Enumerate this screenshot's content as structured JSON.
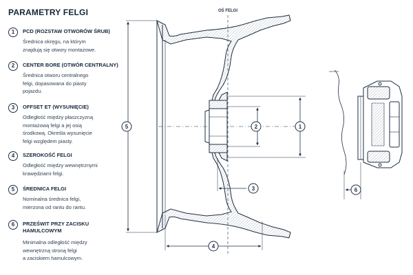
{
  "title": "PARAMETRY FELGI",
  "axis_label": "OŚ FELGI",
  "legend": [
    {
      "num": "1",
      "title": "PCD (ROZSTAW OTWORÓW ŚRUB)",
      "desc": [
        "Średnica okręgu, na którym",
        "znajdują się otwory montażowe."
      ]
    },
    {
      "num": "2",
      "title": "CENTER BORE (OTWÓR CENTRALNY)",
      "desc": [
        "Średnica otworu centralnego",
        "felgi, dopasowana do piasty",
        "pojazdu."
      ]
    },
    {
      "num": "3",
      "title": "OFFSET ET (WYSUNIĘCIE)",
      "desc": [
        "Odległość między płaszczyzną",
        "montażową felgi a jej osią",
        "środkową. Określa wysunięcie",
        "felgi względem piasty."
      ]
    },
    {
      "num": "4",
      "title": "SZEROKOŚĆ FELGI",
      "desc": [
        "Odległość między wewnętrznymi",
        "krawędziami felgi."
      ]
    },
    {
      "num": "5",
      "title": "ŚREDNICA FELGI",
      "desc": [
        "Nominalna średnica felgi,",
        "mierzona od rantu do rantu."
      ]
    },
    {
      "num": "6",
      "title": "PRZEŚWIT PRZY ZACISKU",
      "title2": "HAMULCOWYM",
      "desc": [
        "Minimalna odległość między",
        "wewnętrzną stroną felgi",
        "a zaciskiem hamulcowym."
      ]
    }
  ],
  "dimension_badges": [
    "1",
    "2",
    "3",
    "4",
    "5",
    "6"
  ],
  "colors": {
    "ink": "#1d2d40",
    "fill": "#ffffff",
    "hatch": "#7d8896"
  }
}
